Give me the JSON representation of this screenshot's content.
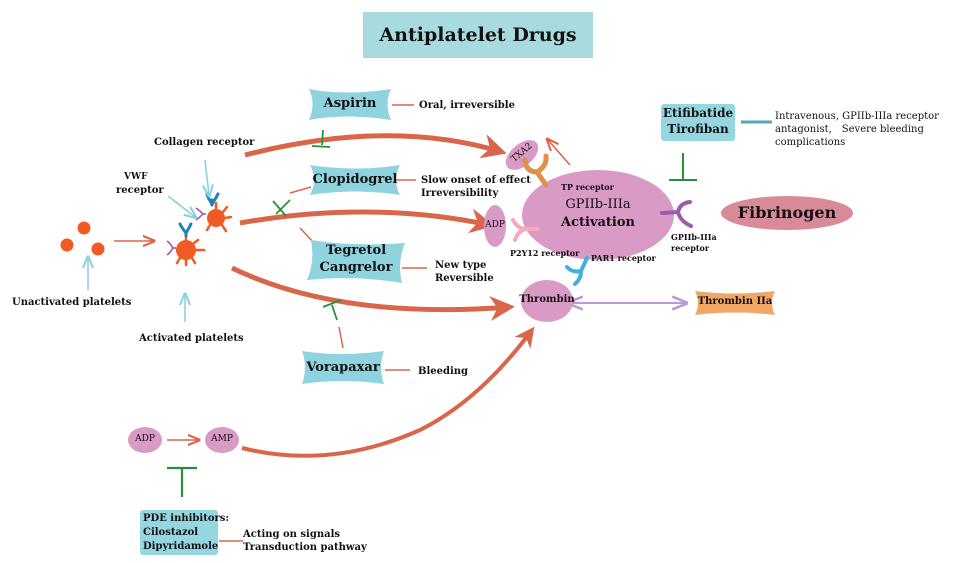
{
  "title": "Antiplatelet Drugs",
  "colors": {
    "title_bg": "#a7dbe0",
    "drug_box": "#8fd3de",
    "pathway_arrow": "#d9664a",
    "inhibit": "#2a8f3a",
    "receptor_arrow": "#8dd0de",
    "node_pink": "#d99ac6",
    "fibrinogen": "#d98a98",
    "thrombin_iia": "#f0a766",
    "platelet": "#f15a24",
    "bidirectional": "#b79ad6"
  },
  "platelets": {
    "unactivated_label": "Unactivated platelets",
    "activated_label": "Activated platelets",
    "collagen_receptor_label": "Collagen receptor",
    "vwf_receptor_label_line1": "VWF",
    "vwf_receptor_label_line2": "receptor"
  },
  "drugs": [
    {
      "id": "aspirin",
      "name_lines": [
        "Aspirin"
      ],
      "note_lines": [
        "Oral, irreversible"
      ]
    },
    {
      "id": "clopidogrel",
      "name_lines": [
        "Clopidogrel"
      ],
      "note_lines": [
        "Slow onset of effect",
        "Irreversibility"
      ]
    },
    {
      "id": "tegretol-cangrelor",
      "name_lines": [
        "Tegretol",
        "Cangrelor"
      ],
      "note_lines": [
        "New type",
        "Reversible"
      ]
    },
    {
      "id": "vorapaxar",
      "name_lines": [
        "Vorapaxar"
      ],
      "note_lines": [
        "Bleeding"
      ]
    },
    {
      "id": "etifibatide-tirofiban",
      "name_lines": [
        "Etifibatide",
        "Tirofiban"
      ],
      "note_lines": [
        "Intravenous, GPIIb-IIIa receptor",
        "antagonist,　Severe bleeding",
        "complications"
      ]
    },
    {
      "id": "pde-inhibitors",
      "name_lines": [
        "PDE inhibitors:",
        "Cilostazol",
        "Dipyridamole"
      ],
      "note_lines": [
        "Acting on signals",
        "Transduction pathway"
      ]
    }
  ],
  "nodes": {
    "txa2": "TXA2",
    "adp_top": "ADP",
    "gpiib_line1": "GPIIb-IIIa",
    "gpiib_line2": "Activation",
    "thrombin": "Thrombin",
    "fibrinogen": "Fibrinogen",
    "thrombin_iia": "Thrombin IIa",
    "adp_bottom": "ADP",
    "amp_bottom": "AMP"
  },
  "receptors": {
    "tp": "TP  receptor",
    "p2y12": "P2Y12  receptor",
    "par1": "PAR1  receptor",
    "gpiib_line1": "GPIIb-IIIa",
    "gpiib_line2": "receptor"
  }
}
